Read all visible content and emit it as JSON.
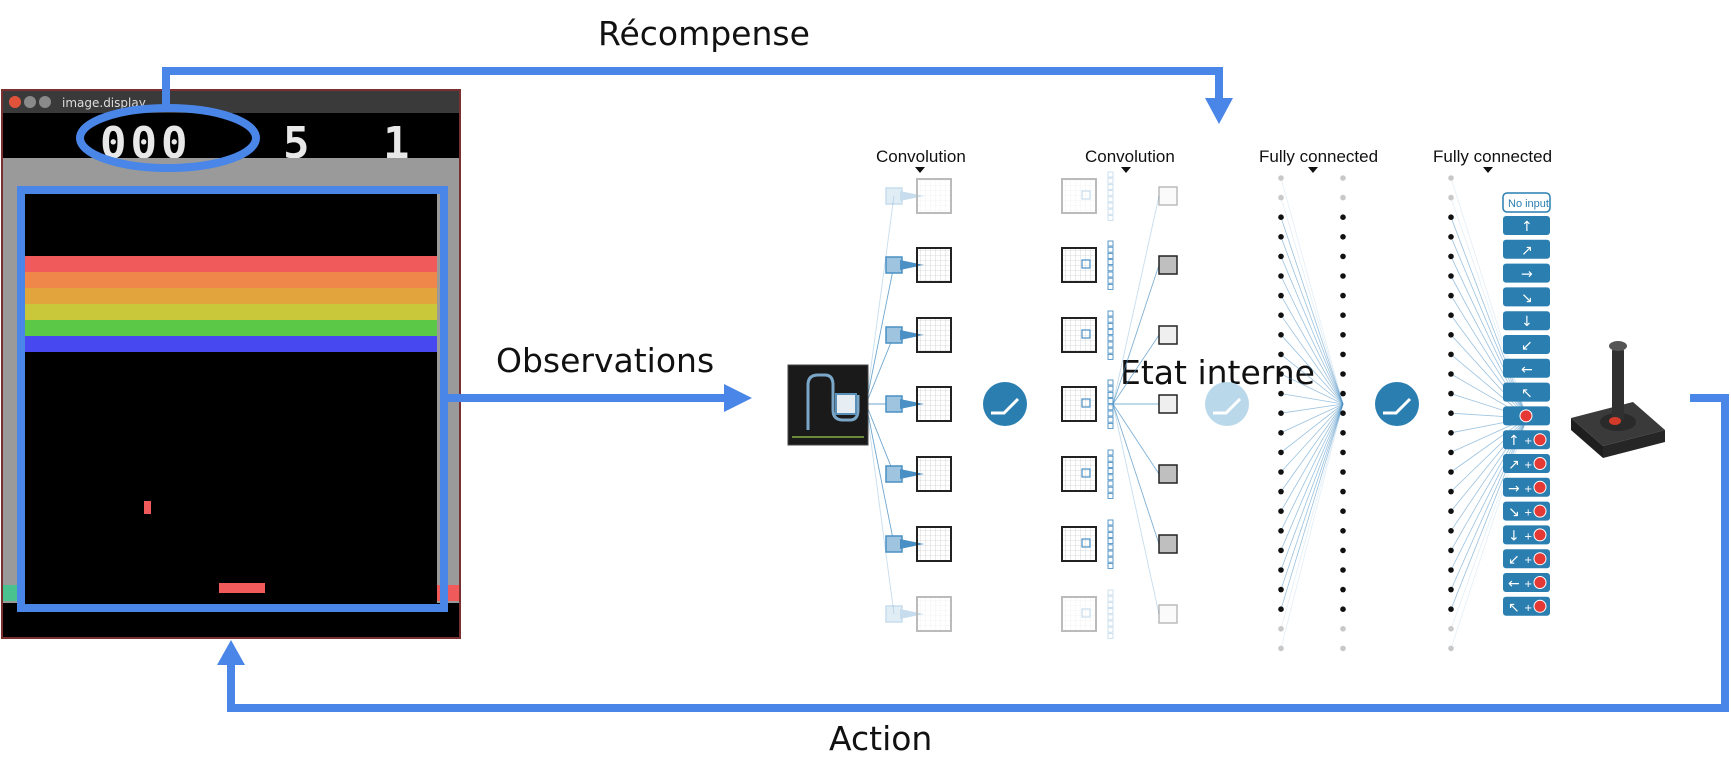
{
  "labels": {
    "reward": "Récompense",
    "observations": "Observations",
    "internal_state": "Etat interne",
    "action": "Action"
  },
  "game_window": {
    "title": "image.display",
    "score": "000",
    "lives": "5",
    "player": "1"
  },
  "layers": [
    {
      "title": "Convolution"
    },
    {
      "title": "Convolution"
    },
    {
      "title": "Fully connected"
    },
    {
      "title": "Fully connected"
    }
  ],
  "actions": {
    "no_input_label": "No input",
    "buttons": [
      {
        "icon": "arrow-up",
        "glyph": "↑",
        "fire": false
      },
      {
        "icon": "arrow-up-right",
        "glyph": "↗",
        "fire": false
      },
      {
        "icon": "arrow-right",
        "glyph": "→",
        "fire": false
      },
      {
        "icon": "arrow-down-right",
        "glyph": "↘",
        "fire": false
      },
      {
        "icon": "arrow-down",
        "glyph": "↓",
        "fire": false
      },
      {
        "icon": "arrow-down-left",
        "glyph": "↙",
        "fire": false
      },
      {
        "icon": "arrow-left",
        "glyph": "←",
        "fire": false
      },
      {
        "icon": "arrow-up-left",
        "glyph": "↖",
        "fire": false
      },
      {
        "icon": "fire",
        "glyph": "",
        "fire": true
      },
      {
        "icon": "arrow-up-fire",
        "glyph": "↑",
        "fire": true
      },
      {
        "icon": "arrow-up-right-fire",
        "glyph": "↗",
        "fire": true
      },
      {
        "icon": "arrow-right-fire",
        "glyph": "→",
        "fire": true
      },
      {
        "icon": "arrow-down-right-fire",
        "glyph": "↘",
        "fire": true
      },
      {
        "icon": "arrow-down-fire",
        "glyph": "↓",
        "fire": true
      },
      {
        "icon": "arrow-down-left-fire",
        "glyph": "↙",
        "fire": true
      },
      {
        "icon": "arrow-left-fire",
        "glyph": "←",
        "fire": true
      },
      {
        "icon": "arrow-up-left-fire",
        "glyph": "↖",
        "fire": true
      }
    ]
  },
  "colors": {
    "arrow_blue": "#4a86e8",
    "button_blue": "#2a7eb0",
    "relu_blue": "#2a7eb0",
    "relu_faded": "#b9d8ea",
    "fire_red": "#e53935"
  },
  "brick_rows": [
    "#f05a5a",
    "#f0874a",
    "#e2a43c",
    "#c8c83a",
    "#5cc848",
    "#4848f0"
  ]
}
